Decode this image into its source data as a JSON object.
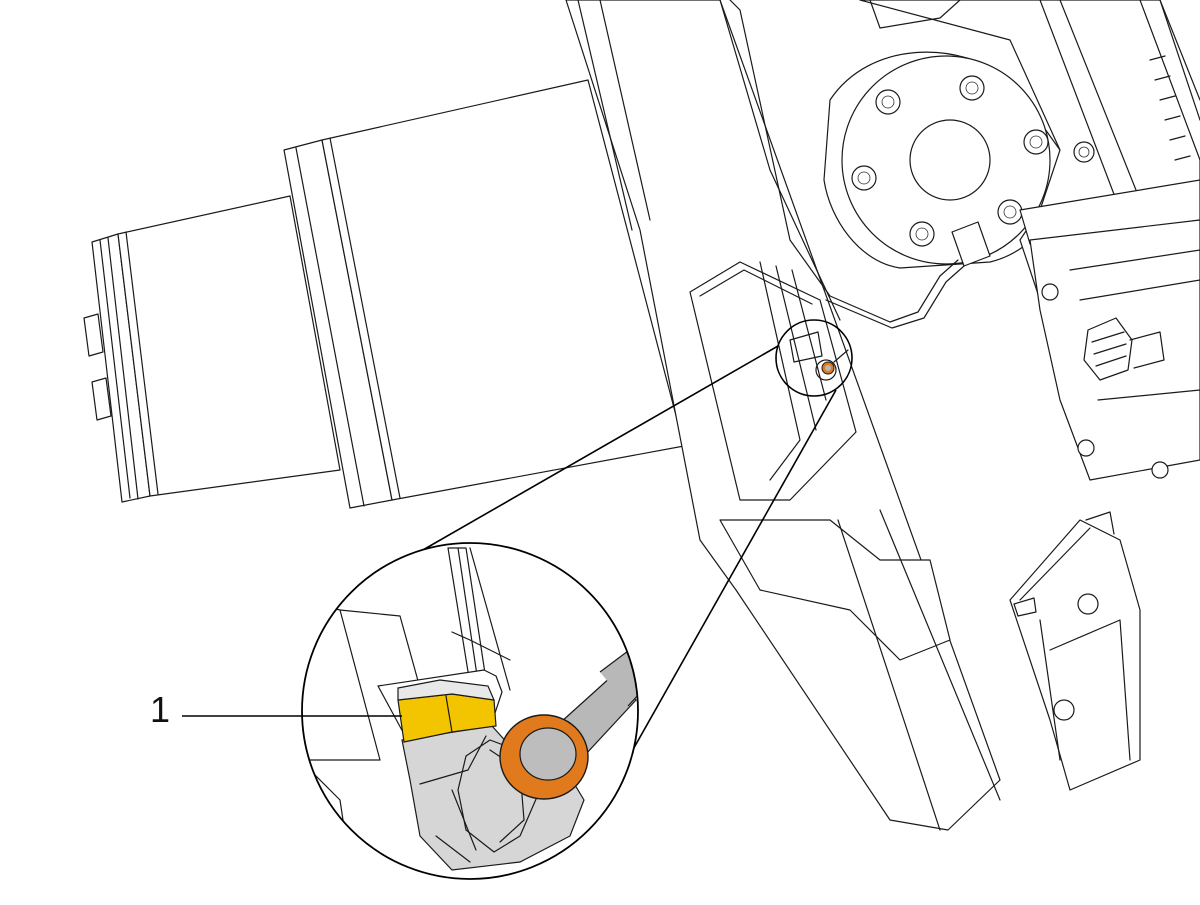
{
  "figure": {
    "callouts": [
      {
        "id": "1",
        "label": "1"
      }
    ]
  },
  "colors": {
    "background": "#ffffff",
    "line": "#1a1a1a",
    "fitting_yellow": "#f2c500",
    "ring_orange": "#e07a1c",
    "hose_gray": "#b8b8b8",
    "fitting_gray": "#d6d6d6"
  },
  "icons": {
    "detail_view": "magnifier-circle-detail",
    "fitting": "elbow-hose-fitting"
  }
}
